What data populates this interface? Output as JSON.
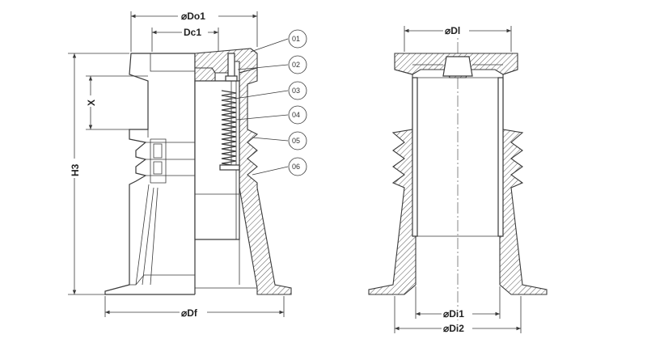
{
  "dimensions": {
    "do1": "⌀Do1",
    "dc1": "Dc1",
    "h3": "H3",
    "x": "X",
    "df": "⌀Df",
    "dl": "⌀Dl",
    "di1": "⌀Di1",
    "di2": "⌀Di2"
  },
  "callouts": [
    "01",
    "02",
    "03",
    "04",
    "05",
    "06"
  ],
  "colors": {
    "line": "#3a3a3a",
    "background": "#ffffff"
  }
}
